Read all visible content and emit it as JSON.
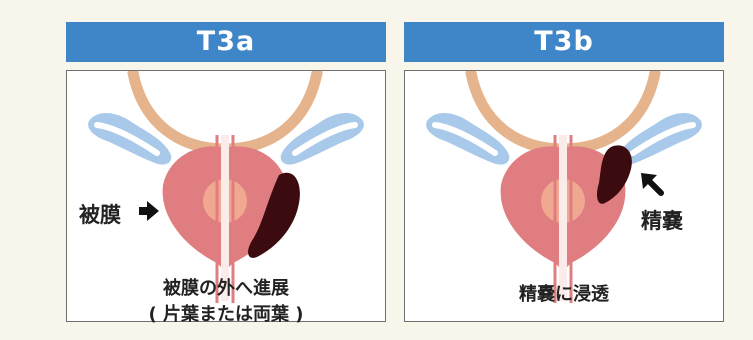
{
  "panels": [
    {
      "title": "T3a",
      "side_label": "被膜",
      "caption_line1": "被膜の外へ進展",
      "caption_line2": "( 片葉または両葉 )"
    },
    {
      "title": "T3b",
      "side_label": "精嚢",
      "caption_line1": "精嚢に浸透"
    }
  ],
  "colors": {
    "header": "#3f86c9",
    "prostate": "#e07d80",
    "zone": "#f0a890",
    "urethra": "#fbecea",
    "bladder": "#e6b48c",
    "seminal_vesicle": "#a9c9ea",
    "tumor": "#3b0b10",
    "background": "#f8f5ea"
  }
}
